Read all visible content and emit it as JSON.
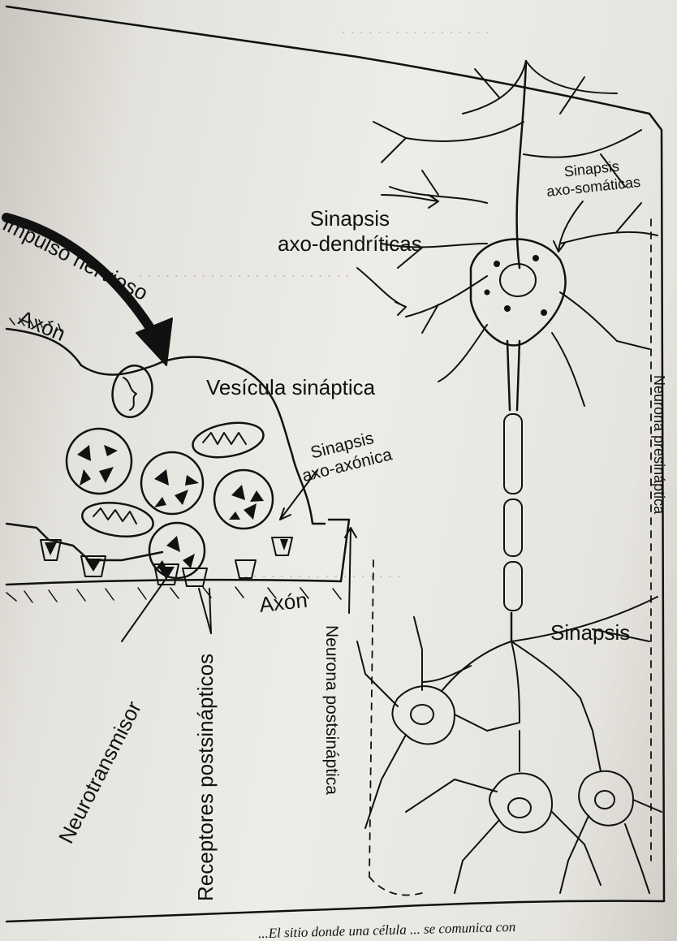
{
  "labels": {
    "impulso": "Impulso nervioso",
    "axon_top": "Axón",
    "vesicula": "Vesícula sináptica",
    "sinapsis_axoaxonica_1": "Sinapsis",
    "sinapsis_axoaxonica_2": "axo-axónica",
    "sinapsis_axodendriticas_1": "Sinapsis",
    "sinapsis_axodendriticas_2": "axo-dendríticas",
    "sinapsis_axosomaticas_1": "Sinapsis",
    "sinapsis_axosomaticas_2": "axo-somáticas",
    "axon_bottom": "Axón",
    "sinapsis": "Sinapsis",
    "neurotransmisor": "Neurotransmisor",
    "receptores": "Receptores postsinápticos",
    "neurona_postsinaptica": "Neurona postsináptica",
    "neurona_presinaptica": "Neurona presináptica"
  },
  "caption": "...El sitio donde una célula ... se comunica con"
}
